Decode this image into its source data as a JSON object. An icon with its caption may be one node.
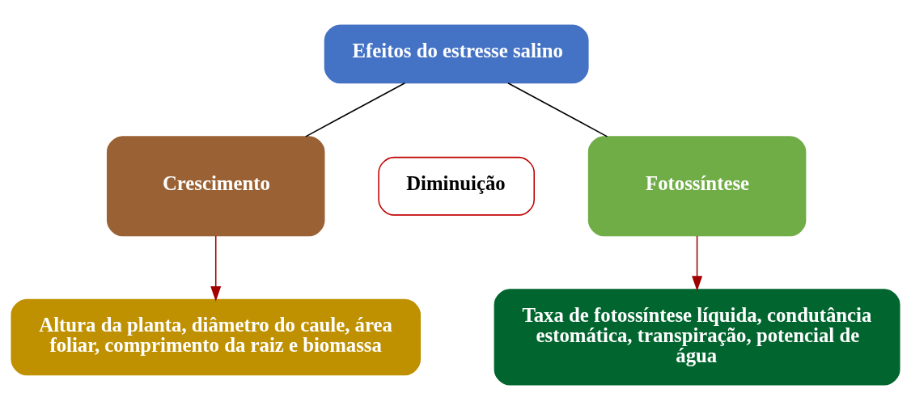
{
  "diagram": {
    "nodes": [
      {
        "text": [
          "Efeitos do estresse salino"
        ]
      },
      {
        "text": [
          "Crescimento"
        ]
      },
      {
        "text": [
          "Diminuição"
        ]
      },
      {
        "text": [
          "Fotossíntese"
        ]
      },
      {
        "text": [
          "Altura da planta, diâmetro do caule, área foliar, comprimento da raiz e biomassa"
        ]
      },
      {
        "text": [
          "Taxa de fotossíntese líquida, condutância estomática, transpiração, potencial de água"
        ]
      }
    ],
    "edges": [
      {
        "from": 0,
        "to": 1,
        "arrow": "none"
      },
      {
        "from": 0,
        "to": 3,
        "arrow": "none"
      },
      {
        "from": 1,
        "to": 4,
        "arrow": "to",
        "color": "#a00000"
      },
      {
        "from": 3,
        "to": 5,
        "arrow": "to",
        "color": "#a00000"
      }
    ]
  }
}
